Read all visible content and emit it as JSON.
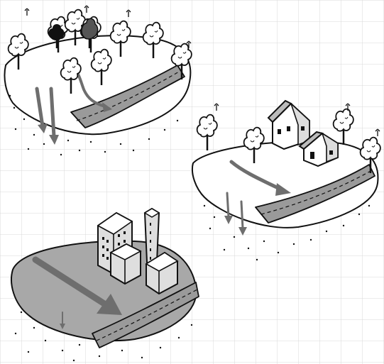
{
  "colors": {
    "background": "#ffffff",
    "grid": "#d9d9d9",
    "ink": "#111111",
    "arrow": "#6e6e6e",
    "water": "#9a9a9a",
    "paved_ground": "#a8a8a8",
    "building": "#dedede"
  },
  "scenes": [
    {
      "name": "forest",
      "runoff_arrows": 1,
      "infiltration_arrows": 2
    },
    {
      "name": "rural-houses",
      "runoff_arrows": 1,
      "infiltration_arrows": 2
    },
    {
      "name": "city",
      "runoff_arrows": 1,
      "infiltration_arrows": 1
    }
  ],
  "icons": [
    "tree-icon",
    "evaporation-arrow-icon",
    "house-icon",
    "apartment-building-icon",
    "factory-chimney-icon",
    "river-icon"
  ]
}
